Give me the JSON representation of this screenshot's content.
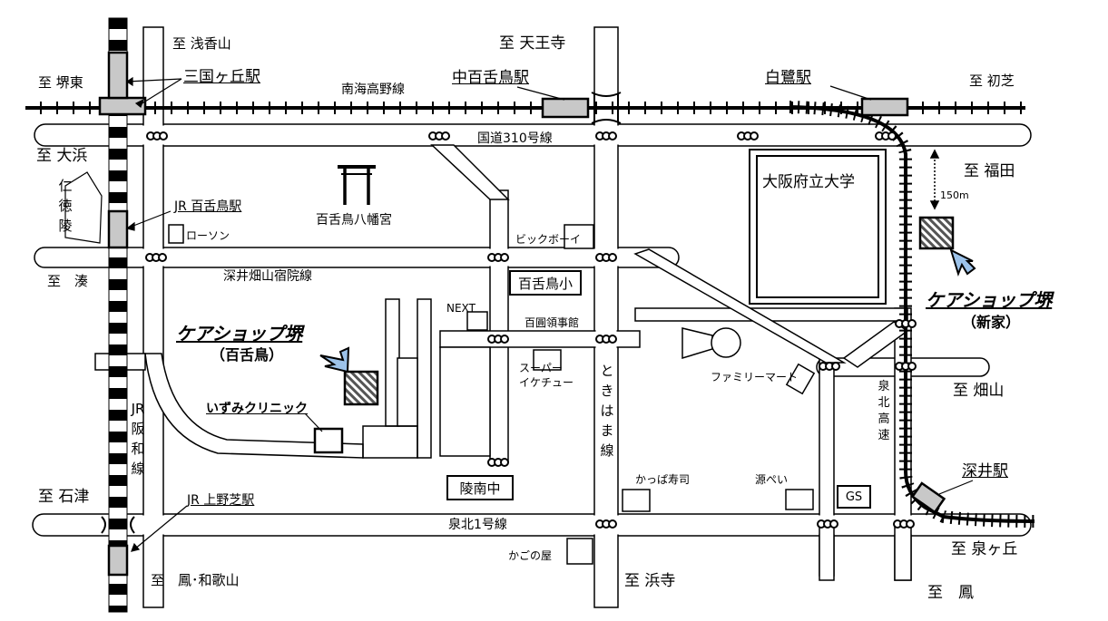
{
  "directions": {
    "asakayama": "至 浅香山",
    "tennoji": "至 天王寺",
    "sakaihigashi": "至 堺東",
    "hatsushiba": "至 初芝",
    "ohama": "至 大浜",
    "fukuda": "至 福田",
    "minato": "至　湊",
    "hatayama": "至 畑山",
    "ishizu": "至 石津",
    "izumigaoka": "至 泉ヶ丘",
    "otori_wakayama": "至　鳳･和歌山",
    "hamadera": "至 浜寺",
    "otori": "至　鳳"
  },
  "stations": {
    "mikunigaoka": "三国ヶ丘駅",
    "nakamozu": "中百舌鳥駅",
    "shirasagi": "白鷺駅",
    "jr_mozu": "JR 百舌鳥駅",
    "jr_kaminoshiba": "JR 上野芝駅",
    "fukai": "深井駅"
  },
  "lines": {
    "nankai_koya": "南海高野線",
    "route310": "国道310号線",
    "fukai_hatayama": "深井畑山宿院線",
    "senboku1": "泉北1号線",
    "tokiwama": "ときはま線",
    "jr_hanwa": "JR阪和線",
    "senboku_kosoku": "泉北高速"
  },
  "landmarks": {
    "nintoku": "仁徳陵",
    "mozu_hachimangu": "百舌鳥八幡宮",
    "lawson": "ローソン",
    "bigboy": "ビックボーイ",
    "mozu_elementary": "百舌鳥小",
    "next": "NEXT",
    "mozu_ryoji": "百圓領事館",
    "super_ikechu": "スーパー\nイケチュー",
    "family_mart": "ファミリーマート",
    "izumi_clinic": "いずみクリニック",
    "ryonan_junior": "陵南中",
    "kappa_sushi": "かっぱ寿司",
    "genpei": "源ぺい",
    "gs": "GS",
    "kagonoya": "かごの屋",
    "osaka_pref_univ": "大阪府立大学",
    "distance": "150m"
  },
  "shops": {
    "mozu_name": "ケアショップ堺",
    "mozu_branch": "（百舌鳥）",
    "shinke_name": "ケアショップ堺",
    "shinke_branch": "（新家）"
  },
  "colors": {
    "arrow": "#9dc3ea",
    "station_fill": "#c8c8c8",
    "shop_hatch": "#555555"
  }
}
